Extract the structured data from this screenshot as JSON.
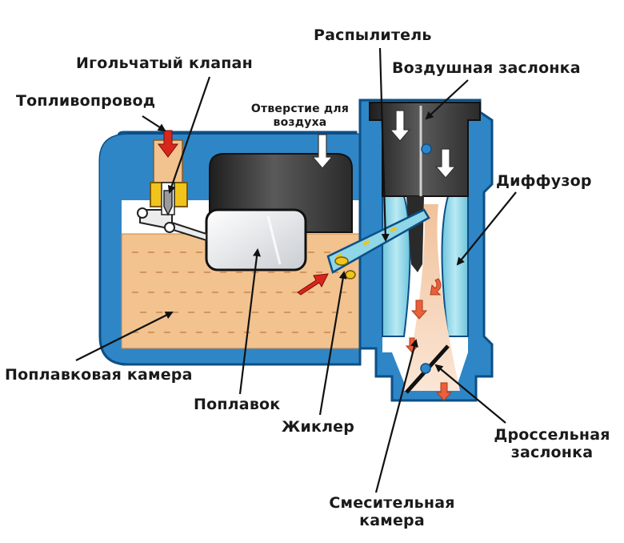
{
  "labels": {
    "fuel_line": "Топливопровод",
    "needle_valve": "Игольчатый клапан",
    "air_hole_line1": "Отверстие для",
    "air_hole_line2": "воздуха",
    "sprayer": "Распылитель",
    "choke": "Воздушная заслонка",
    "diffuser": "Диффузор",
    "float_chamber": "Поплавковая камера",
    "float": "Поплавок",
    "jet": "Жиклер",
    "throttle_line1": "Дроссельная",
    "throttle_line2": "заслонка",
    "mixing_chamber_line1": "Смесительная",
    "mixing_chamber_line2": "камера"
  },
  "colors": {
    "body_blue": "#2f86c6",
    "dark_blue": "#0c4f86",
    "light_blue": "#8fd6e6",
    "fuel": "#f2c28f",
    "fuel_dark": "#c8874a",
    "mixture": "#f6d2b4",
    "dark_gray": "#3b3b3b",
    "red_arrow": "#d9261c",
    "brass": "#f0c41a"
  }
}
